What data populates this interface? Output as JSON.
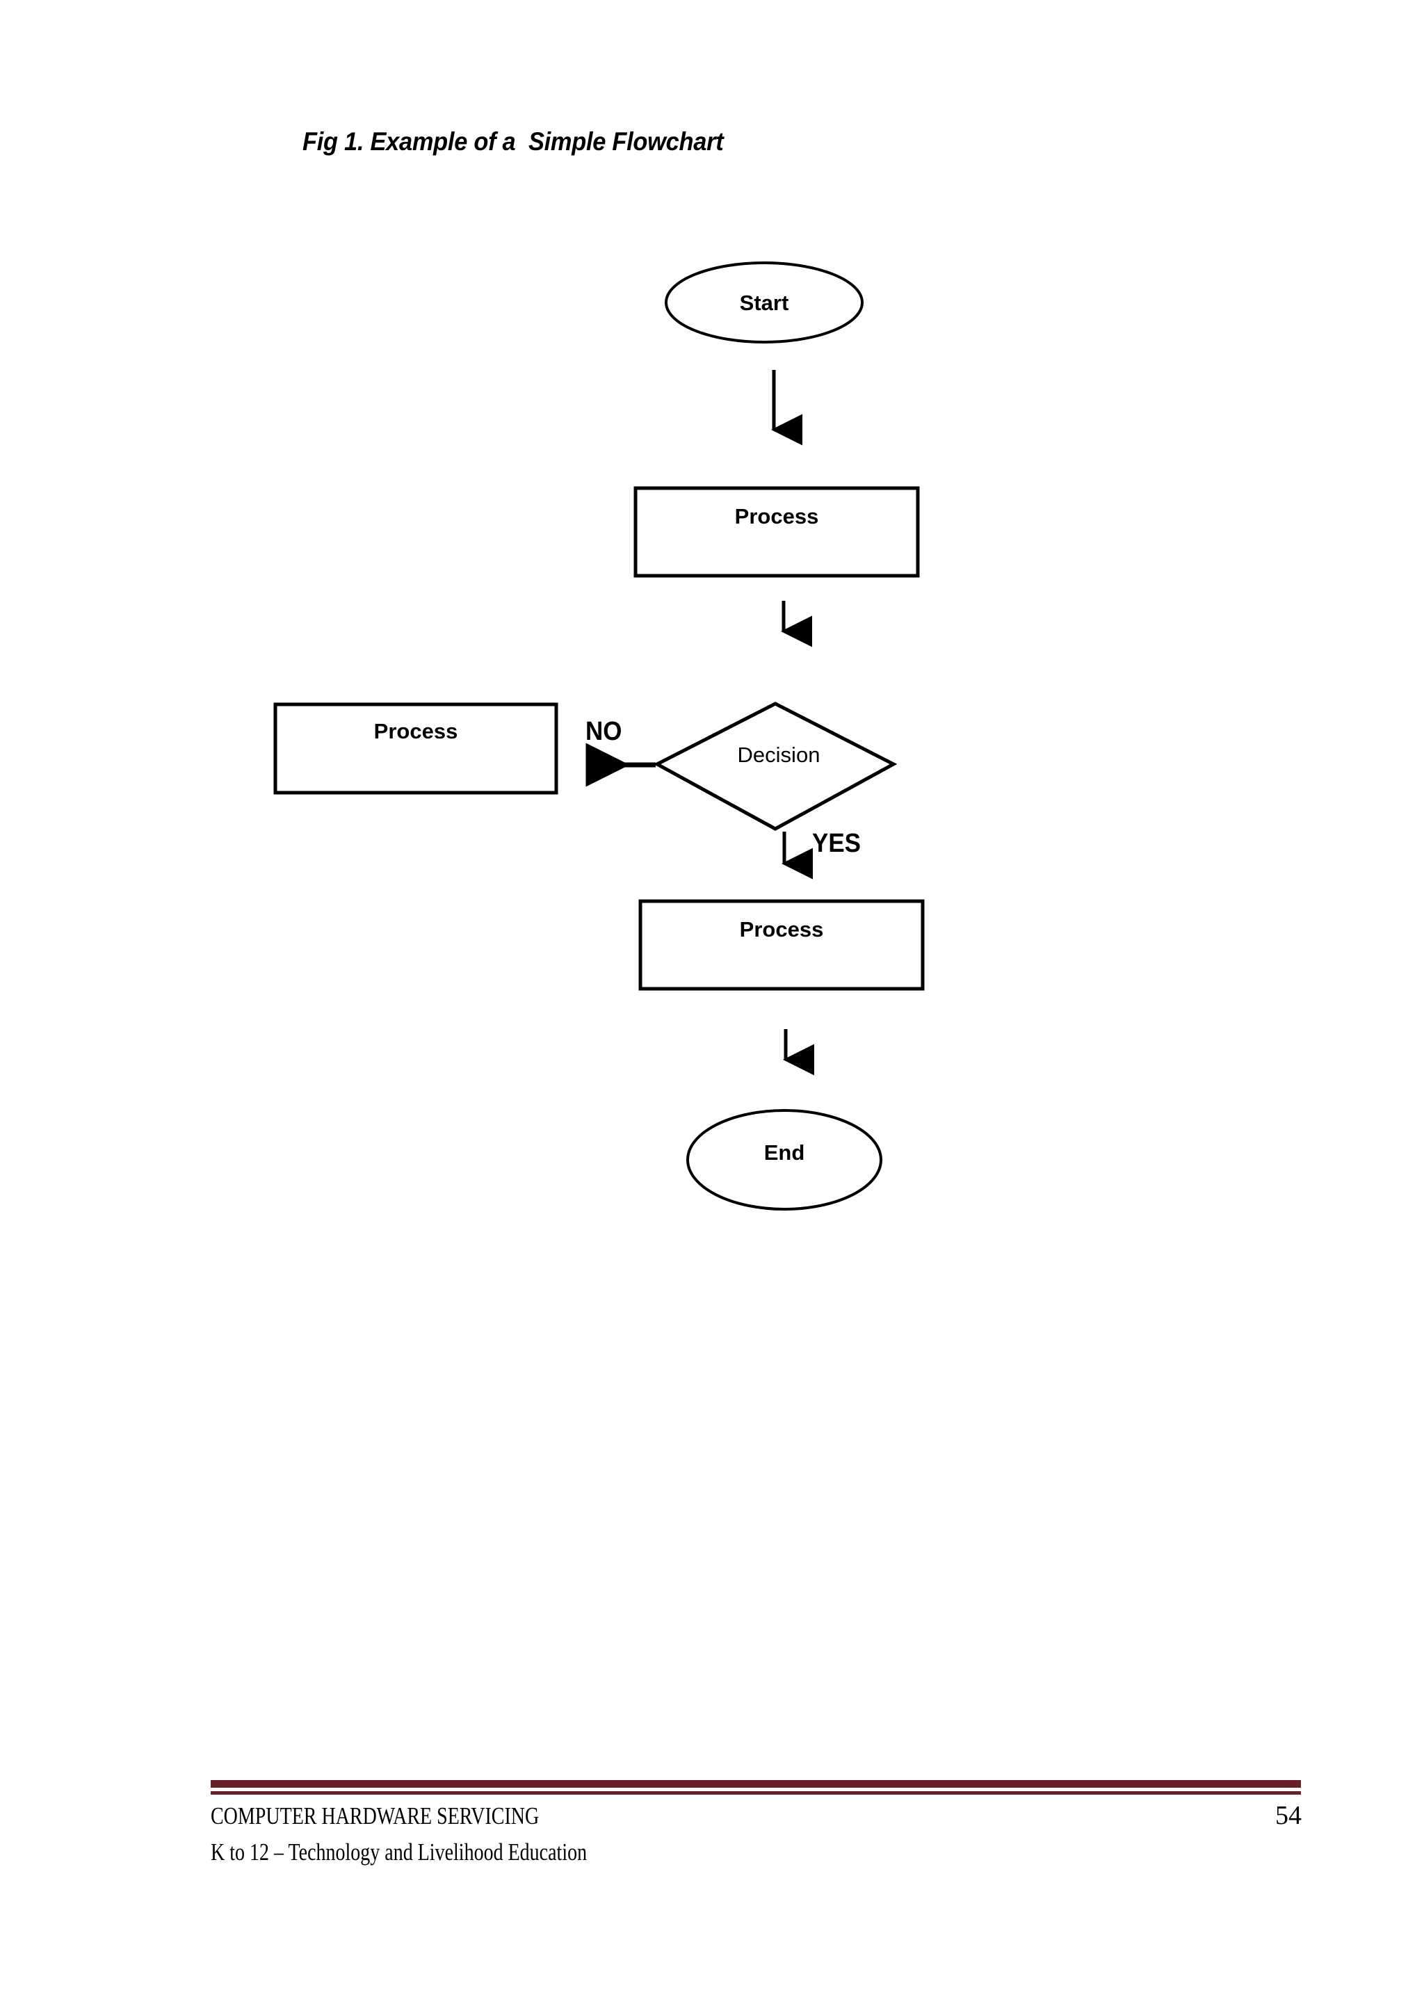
{
  "figure": {
    "title": "Fig 1. Example of a  Simple Flowchart"
  },
  "chart_data": {
    "type": "diagram",
    "diagram_kind": "flowchart",
    "title": "Fig 1. Example of a  Simple Flowchart",
    "nodes": [
      {
        "id": "start",
        "label": "Start",
        "shape": "ellipse",
        "bold": true
      },
      {
        "id": "process1",
        "label": "Process",
        "shape": "rectangle",
        "bold": true
      },
      {
        "id": "decision",
        "label": "Decision",
        "shape": "diamond",
        "bold": false
      },
      {
        "id": "process2",
        "label": "Process",
        "shape": "rectangle",
        "bold": true
      },
      {
        "id": "process3",
        "label": "Process",
        "shape": "rectangle",
        "bold": true
      },
      {
        "id": "end",
        "label": "End",
        "shape": "ellipse",
        "bold": true
      }
    ],
    "edges": [
      {
        "from": "start",
        "to": "process1",
        "label": "",
        "direction": "down"
      },
      {
        "from": "process1",
        "to": "decision",
        "label": "",
        "direction": "down"
      },
      {
        "from": "decision",
        "to": "process2",
        "label": "NO",
        "direction": "left"
      },
      {
        "from": "decision",
        "to": "process3",
        "label": "YES",
        "direction": "down"
      },
      {
        "from": "process3",
        "to": "end",
        "label": "",
        "direction": "down"
      }
    ],
    "labels": {
      "start": "Start",
      "process_1": "Process",
      "process_no": "Process",
      "decision": "Decision",
      "process_yes": "Process",
      "end": "End",
      "edge_no": "NO",
      "edge_yes": "YES"
    },
    "stroke_color": "#000000",
    "fill_color": "#ffffff"
  },
  "footer": {
    "rule_color": "#6b2028",
    "line1": "COMPUTER HARDWARE SERVICING",
    "line2": "K to 12 – Technology and Livelihood Education",
    "page_number": "54"
  }
}
